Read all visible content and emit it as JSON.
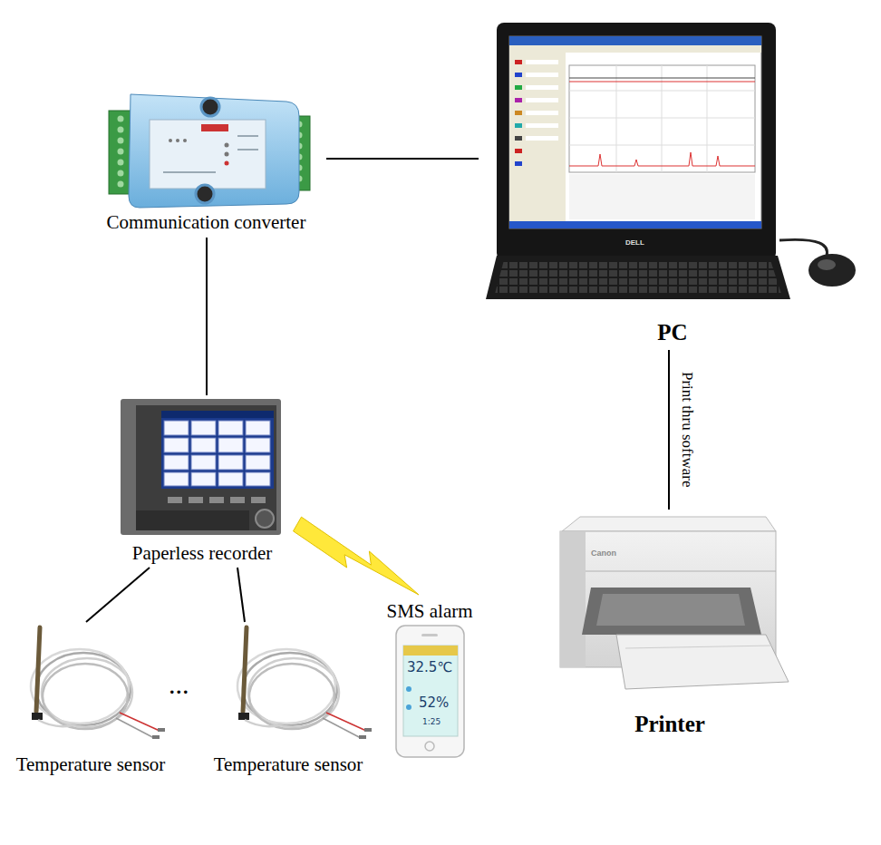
{
  "diagram": {
    "nodes": [
      {
        "text": [
          "Communication converter"
        ]
      },
      {
        "text": [
          "PC"
        ]
      },
      {
        "text": [
          "Paperless recorder"
        ]
      },
      {
        "text": [
          "SMS alarm"
        ]
      },
      {
        "text": [
          "Printer"
        ]
      },
      {
        "text": [
          "Temperature sensor"
        ]
      },
      {
        "text": [
          "Temperature sensor"
        ]
      }
    ],
    "edges": [
      {
        "from": 0,
        "to": 1,
        "arrow": "none"
      },
      {
        "from": 0,
        "to": 2,
        "arrow": "none"
      },
      {
        "from": 2,
        "to": 5,
        "arrow": "none"
      },
      {
        "from": 2,
        "to": 6,
        "arrow": "none"
      },
      {
        "from": 1,
        "to": 4,
        "label": "Print thru software",
        "arrow": "none"
      },
      {
        "from": 2,
        "to": 3,
        "arrow": "to"
      }
    ],
    "labels": [
      "DELL",
      "Canon",
      "...",
      "32.5℃",
      "52%",
      "1:25"
    ]
  }
}
